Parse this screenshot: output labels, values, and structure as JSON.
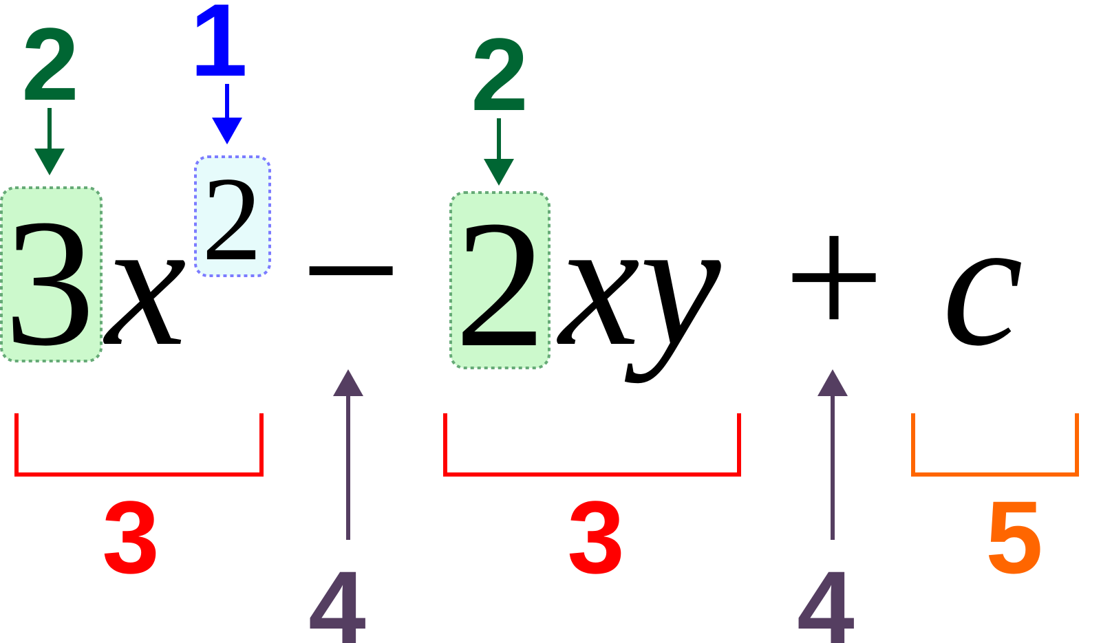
{
  "expression": {
    "coefficient_1": "3",
    "variable_1": "x",
    "exponent": "2",
    "operator_1": "−",
    "coefficient_2": "2",
    "variables_2": "xy",
    "operator_2": "+",
    "constant": "c"
  },
  "callouts": {
    "exponent_marker": "1",
    "coefficient_marker_1": "2",
    "coefficient_marker_2": "2",
    "term_marker_1": "3",
    "term_marker_2": "3",
    "operator_marker_1": "4",
    "operator_marker_2": "4",
    "constant_marker": "5"
  },
  "colors": {
    "exponent": "#0000ff",
    "coefficient": "#006633",
    "term": "#ff0000",
    "operator": "#553e61",
    "constant": "#ff6600",
    "coefficient_fill": "#ccf9cc",
    "coefficient_border": "#66aa77",
    "exponent_fill": "#e6fbfb",
    "exponent_border": "#7b7bff",
    "text": "#000000"
  }
}
